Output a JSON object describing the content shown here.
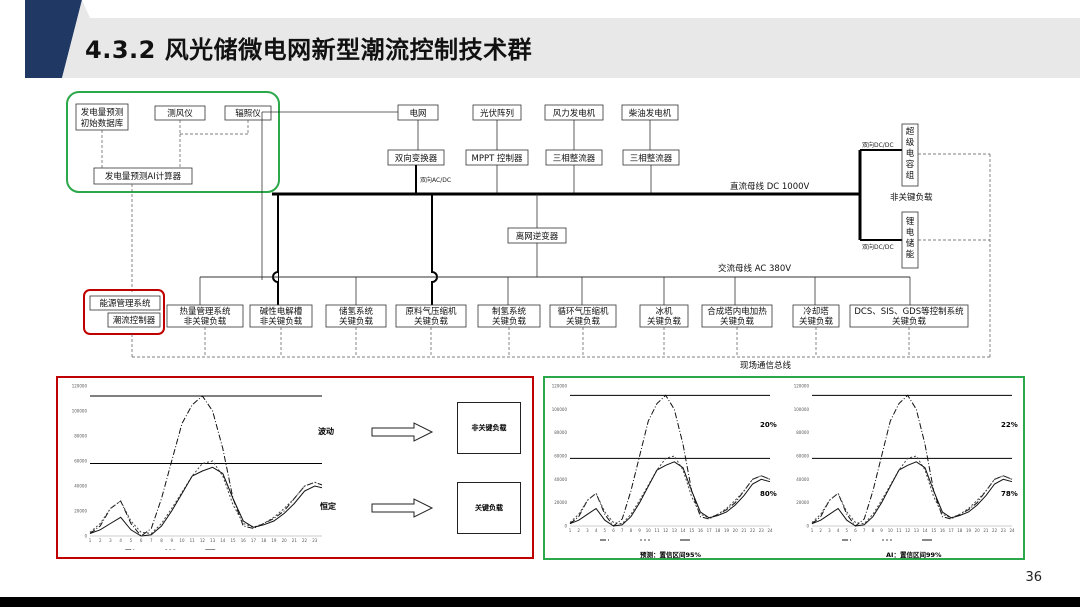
{
  "title": "4.3.2 风光储微电网新型潮流控制技术群",
  "page_number": "36",
  "diagram": {
    "forecast_db": [
      "发电量预测",
      "初始数据库"
    ],
    "wind_meter": "测风仪",
    "radiometer": "辐照仪",
    "ai_calculator": "发电量预测AI计算器",
    "ems": [
      "能源管理系统",
      "潮流控制器"
    ],
    "grid": "电网",
    "pv_array": "光伏阵列",
    "wind_gen": "风力发电机",
    "diesel_gen": "柴油发电机",
    "bidirectional_converter": "双向变换器",
    "mppt": "MPPT 控制器",
    "rectifier1": "三相整流器",
    "rectifier2": "三相整流器",
    "label_ac_dc": "双向AC/DC",
    "dc_bus": "直流母线 DC 1000V",
    "ac_bus": "交流母线 AC 380V",
    "offgrid_inverter": "离网逆变器",
    "supercap": "超级电容组",
    "li_storage": "锂电储能",
    "label_dcdc_top": "双向DC/DC",
    "label_dcdc_bottom": "双向DC/DC",
    "noncritical_load": "非关键负载",
    "comm_bus": "现场通信总线",
    "loads": [
      [
        "热量管理系统",
        "非关键负载"
      ],
      [
        "碱性电解槽",
        "非关键负载"
      ],
      [
        "储氢系统",
        "关键负载"
      ],
      [
        "原料气压缩机",
        "关键负载"
      ],
      [
        "制氢系统",
        "关键负载"
      ],
      [
        "循环气压缩机",
        "关键负载"
      ],
      [
        "冰机",
        "关键负载"
      ],
      [
        "合成塔内电加热",
        "关键负载"
      ],
      [
        "冷却塔",
        "关键负载"
      ],
      [
        "DCS、SIS、GDS等控制系统",
        "关键负载"
      ]
    ]
  },
  "panel_left": {
    "label_fluctuate": "波动",
    "label_stable": "恒定",
    "box_noncritical": "非关键负载",
    "box_critical": "关键负载"
  },
  "panel_right": {
    "chart1_caption": "预测：置信区间95%",
    "chart2_caption": "AI：置信区间99%",
    "chart1_top_pct": "20%",
    "chart1_bottom_pct": "80%",
    "chart2_top_pct": "22%",
    "chart2_bottom_pct": "78%"
  },
  "chart_data": {
    "type": "line",
    "x": [
      1,
      2,
      3,
      4,
      5,
      6,
      7,
      8,
      9,
      10,
      11,
      12,
      13,
      14,
      15,
      16,
      17,
      18,
      19,
      20,
      21,
      22,
      23,
      24
    ],
    "ylim": [
      0,
      120000
    ],
    "yticks": [
      "0",
      "20000",
      "40000",
      "60000",
      "80000",
      "100000",
      "120000"
    ],
    "series": [
      {
        "values": [
          2000,
          8000,
          22000,
          28000,
          10000,
          0,
          6000,
          30000,
          60000,
          90000,
          105000,
          112000,
          100000,
          70000,
          30000,
          8000,
          6000,
          10000,
          14000,
          20000,
          30000,
          40000,
          43000,
          40000
        ]
      },
      {
        "values": [
          3000,
          10000,
          22000,
          28000,
          12000,
          3000,
          2000,
          10000,
          22000,
          35000,
          48000,
          58000,
          60000,
          48000,
          25000,
          10000,
          7000,
          10000,
          15000,
          22000,
          30000,
          40000,
          43000,
          40000
        ]
      },
      {
        "values": [
          2000,
          5000,
          10000,
          15000,
          5000,
          0,
          1000,
          8000,
          20000,
          34000,
          48000,
          52000,
          55000,
          50000,
          30000,
          12000,
          7000,
          9000,
          12000,
          18000,
          26000,
          36000,
          40000,
          38000
        ]
      }
    ],
    "thresholds": [
      112000,
      58000
    ]
  }
}
